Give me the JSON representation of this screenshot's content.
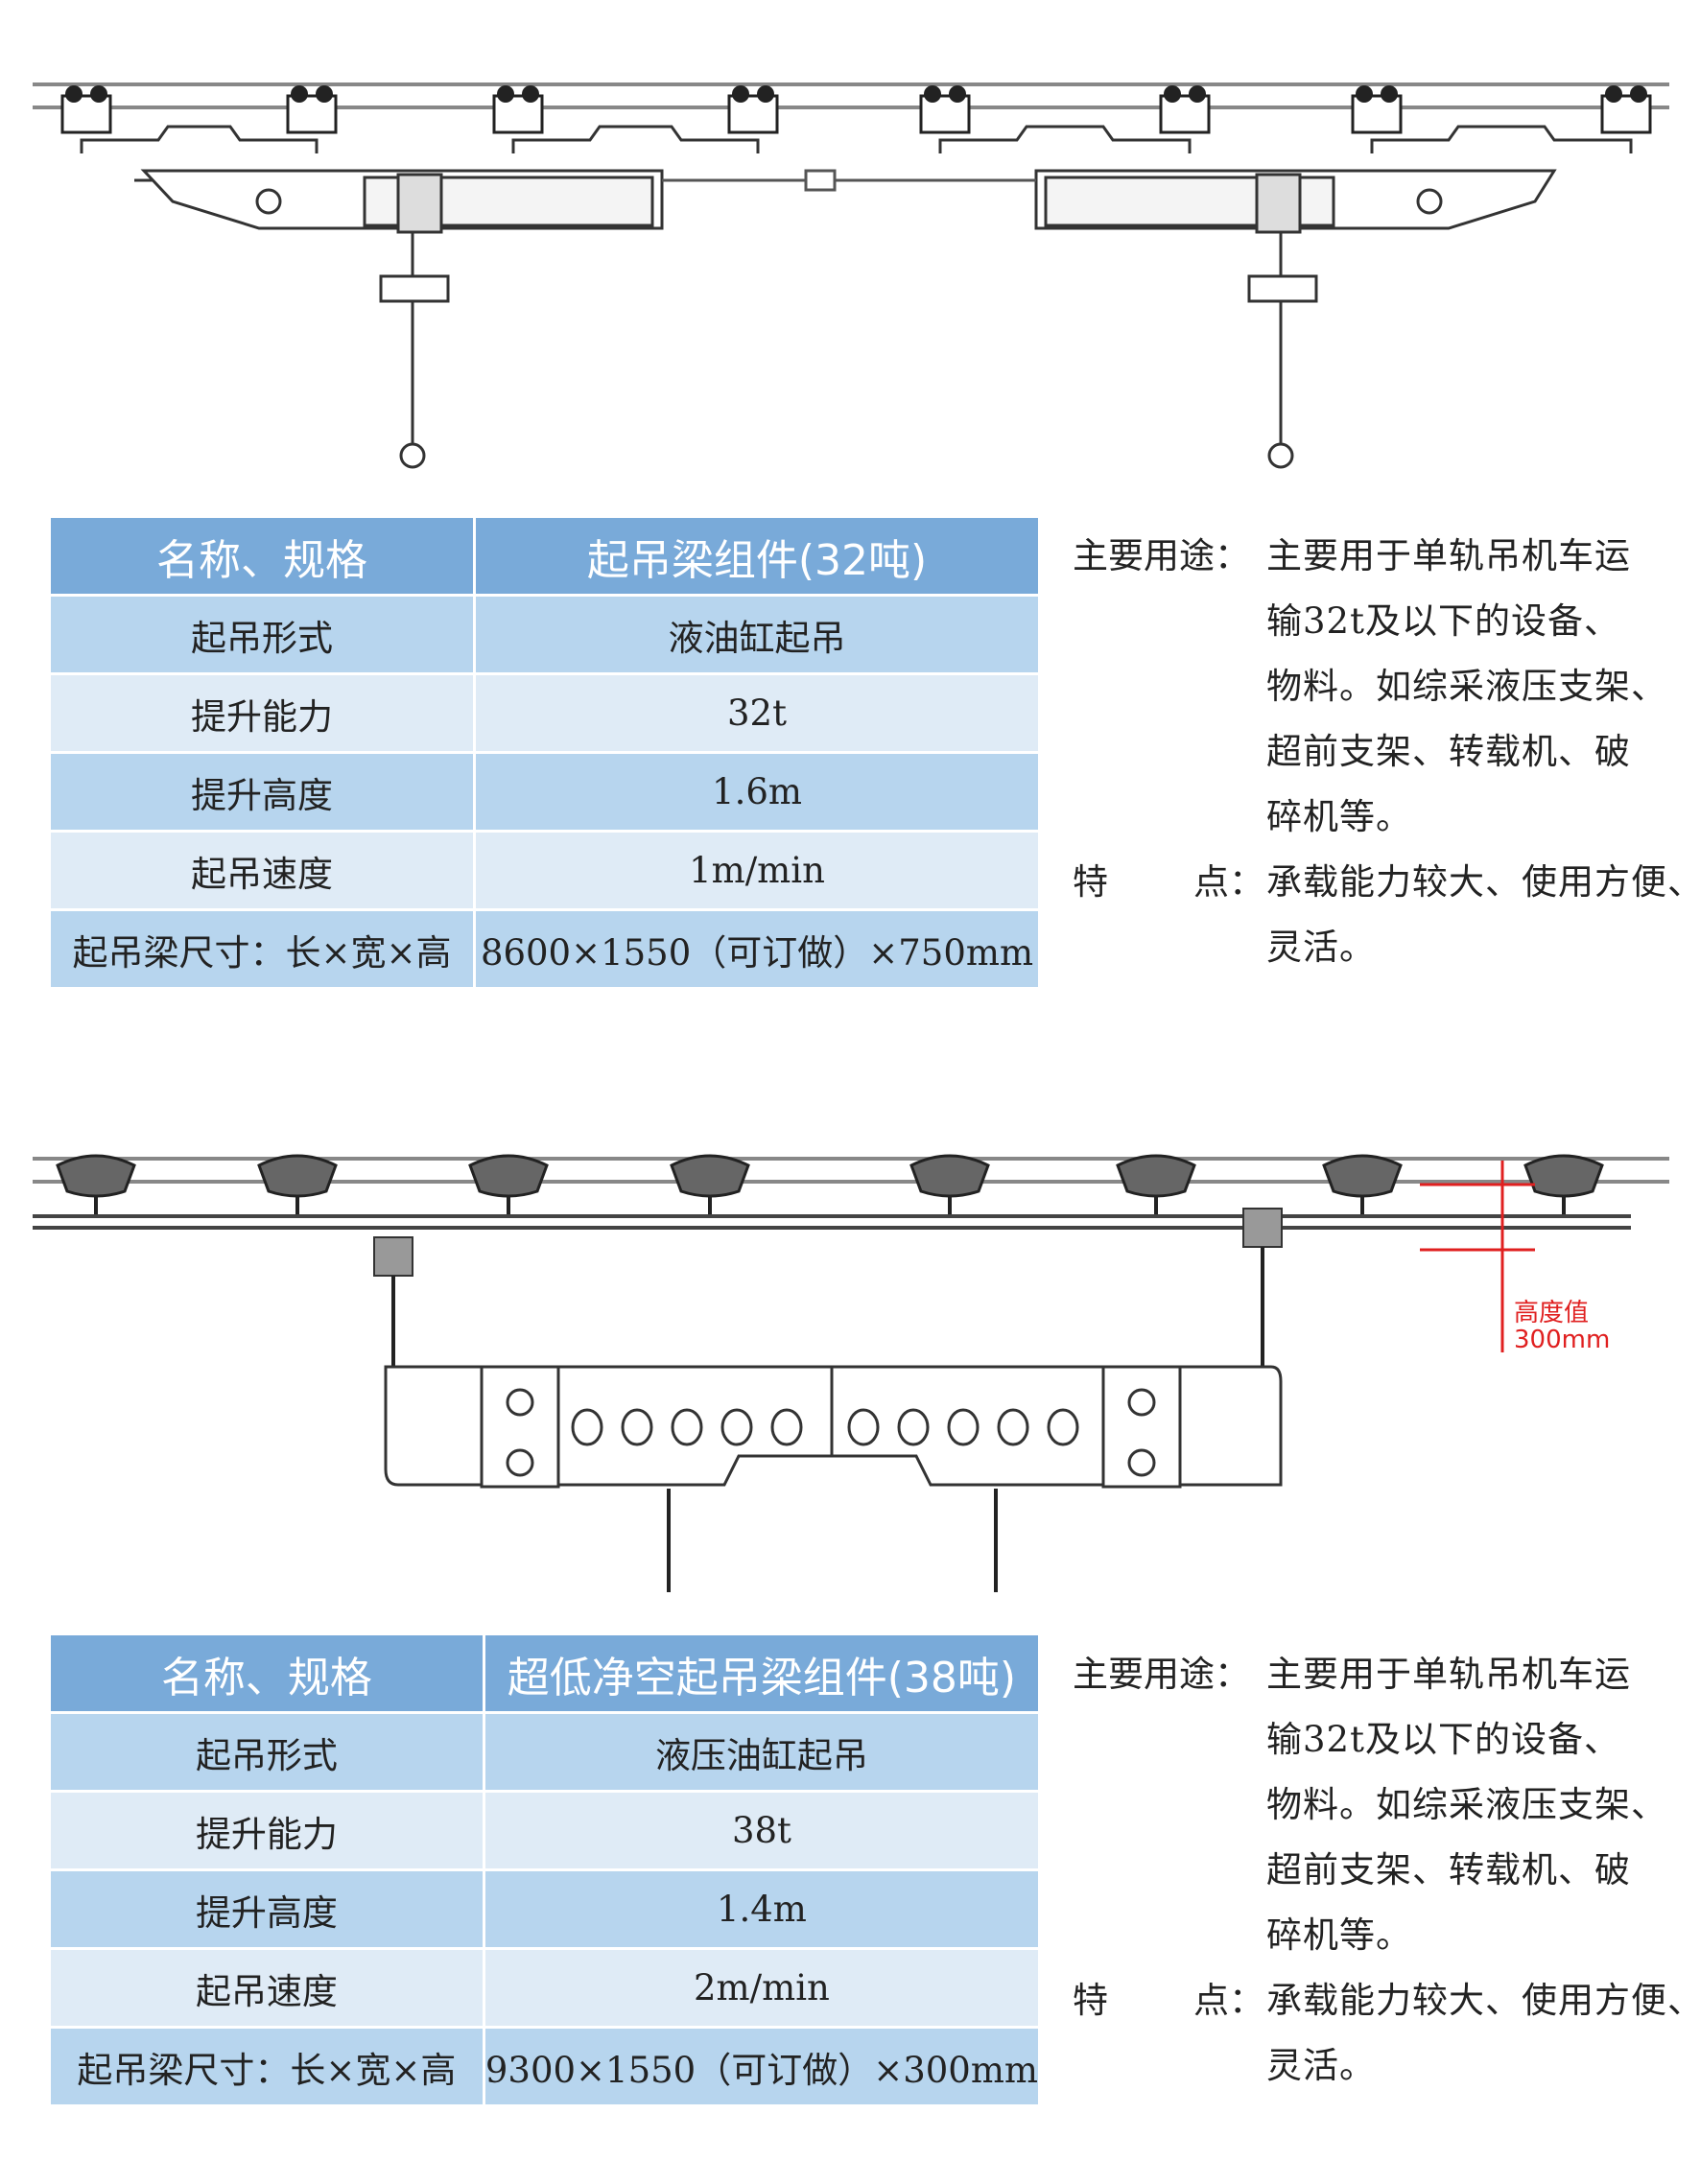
{
  "products": [
    {
      "table": {
        "header": {
          "label": "名称、规格",
          "value": "起吊梁组件(32吨)"
        },
        "rows": [
          {
            "label": "起吊形式",
            "value": "液油缸起吊"
          },
          {
            "label": "提升能力",
            "value": "32t"
          },
          {
            "label": "提升高度",
            "value": "1.6m"
          },
          {
            "label": "起吊速度",
            "value": "1m/min"
          },
          {
            "label": "起吊梁尺寸：长×宽×高",
            "value": "8600×1550（可订做）×750mm"
          }
        ]
      },
      "description": {
        "usage_label": "主要用途：",
        "usage_lines": [
          "主要用于单轨吊机车运",
          "输32t及以下的设备、",
          "物料。如综采液压支架、",
          "超前支架、转载机、破",
          "碎机等。"
        ],
        "feature_label_a": "特",
        "feature_label_b": "点：",
        "feature_lines": [
          "承载能力较大、使用方便、",
          "灵活。"
        ]
      }
    },
    {
      "table": {
        "header": {
          "label": "名称、规格",
          "value": "超低净空起吊梁组件(38吨)"
        },
        "rows": [
          {
            "label": "起吊形式",
            "value": "液压油缸起吊"
          },
          {
            "label": "提升能力",
            "value": "38t"
          },
          {
            "label": "提升高度",
            "value": "1.4m"
          },
          {
            "label": "起吊速度",
            "value": "2m/min"
          },
          {
            "label": "起吊梁尺寸：长×宽×高",
            "value": "9300×1550（可订做）×300mm"
          }
        ]
      },
      "description": {
        "usage_label": "主要用途：",
        "usage_lines": [
          "主要用于单轨吊机车运",
          "输32t及以下的设备、",
          "物料。如综采液压支架、",
          "超前支架、转载机、破",
          "碎机等。"
        ],
        "feature_label_a": "特",
        "feature_label_b": "点：",
        "feature_lines": [
          "承载能力较大、使用方便、",
          "灵活。"
        ]
      }
    }
  ],
  "dimension_annotation": {
    "label": "高度值",
    "value": "300mm",
    "color": "#e02020"
  },
  "colors": {
    "header_bg": "#79aad9",
    "row_dark": "#b7d5ee",
    "row_light": "#dfebf6"
  }
}
